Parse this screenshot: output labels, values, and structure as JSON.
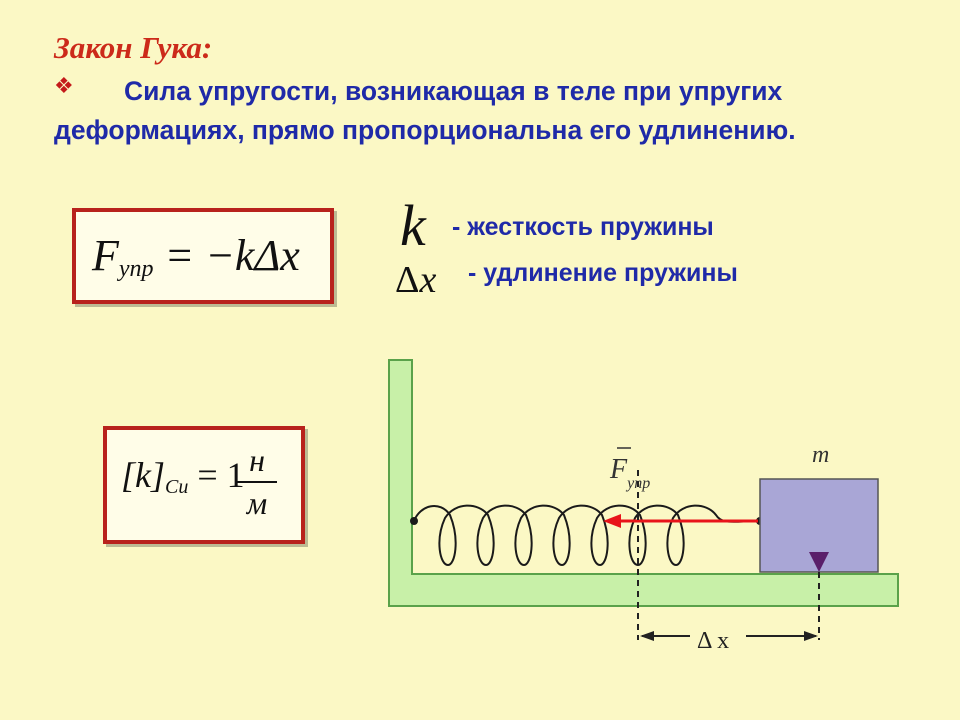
{
  "title": "Закон Гука:",
  "bullet_icon": "diamond-bullet-icon",
  "definition": "Сила упругости, возникающая в теле при упругих деформациях, прямо пропорциональна его удлинению.",
  "formula_main": {
    "F": "F",
    "sub": "упр",
    "rhs": " = −kΔx"
  },
  "legend": {
    "k_symbol": "k",
    "k_text": "-  жесткость пружины",
    "dx_delta": "Δ",
    "dx_x": "x",
    "dx_text": "-  удлинение пружины"
  },
  "formula_units": {
    "lhs_k": "[k]",
    "sub": "Си",
    "eq": " = 1",
    "numerator": "н",
    "denominator": "м"
  },
  "diagram": {
    "mass_label": "m",
    "force_label": "F",
    "force_sub": "упр",
    "delta_label": "Δ x",
    "colors": {
      "wall": "#c8f0a8",
      "wall_stroke": "#5aa24a",
      "block": "#a9a6d6",
      "arrow": "#e8141a"
    }
  }
}
